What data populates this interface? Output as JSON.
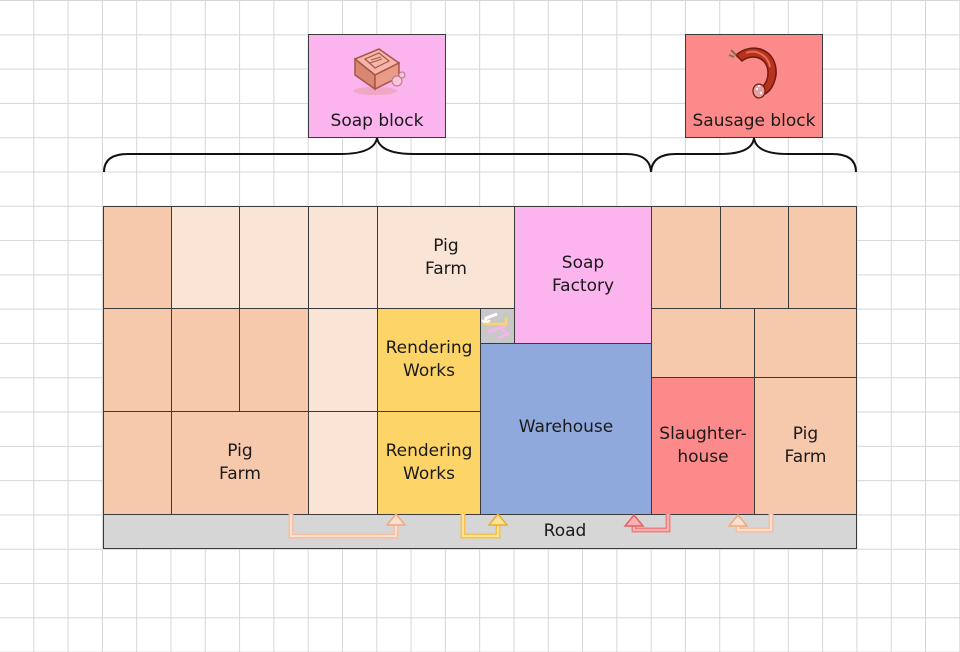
{
  "blocks": {
    "soap": {
      "label": "Soap block",
      "color": "#fbb4ee",
      "icon": "soap-bar-icon"
    },
    "sausage": {
      "label": "Sausage block",
      "color": "#fd8a8a",
      "icon": "sausage-icon"
    }
  },
  "buildings": {
    "pig_farm_top": "Pig\nFarm",
    "soap_factory": "Soap\nFactory",
    "rendering_works_1": "Rendering\nWorks",
    "rendering_works_2": "Rendering\nWorks",
    "warehouse": "Warehouse",
    "pig_farm_bottom_left": "Pig\nFarm",
    "slaughterhouse": "Slaughter-\nhouse",
    "pig_farm_right": "Pig\nFarm",
    "road": "Road"
  },
  "colors": {
    "pig_farm_dark": "#f6c9ac",
    "pig_farm_light": "#f9e4d6",
    "rendering_works": "#fdd468",
    "soap_factory": "#fbb4ee",
    "warehouse": "#8fa9dd",
    "slaughterhouse": "#fd8a8a",
    "road": "#d6d6d6"
  }
}
